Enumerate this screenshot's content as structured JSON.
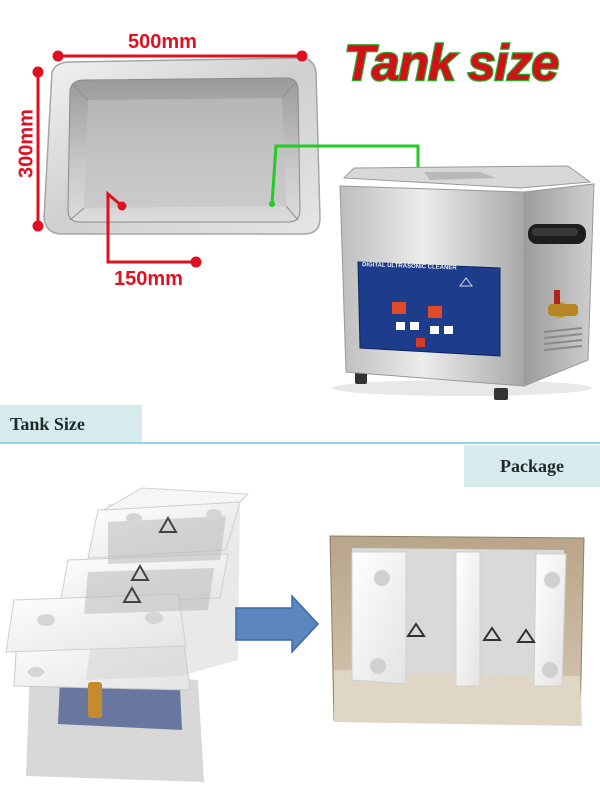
{
  "tank_image": {
    "title": "Tank size",
    "dim_length": "500mm",
    "dim_width": "300mm",
    "dim_depth": "150mm",
    "panel_label": "DIGITAL ULTRASONIC CLEANER",
    "dim_color": "#e01020",
    "pointer_color": "#22cc22"
  },
  "sections": {
    "tank_size_label": "Tank Size",
    "package_label": "Package"
  },
  "package_image": {
    "arrow_icon": "right-arrow-icon"
  }
}
